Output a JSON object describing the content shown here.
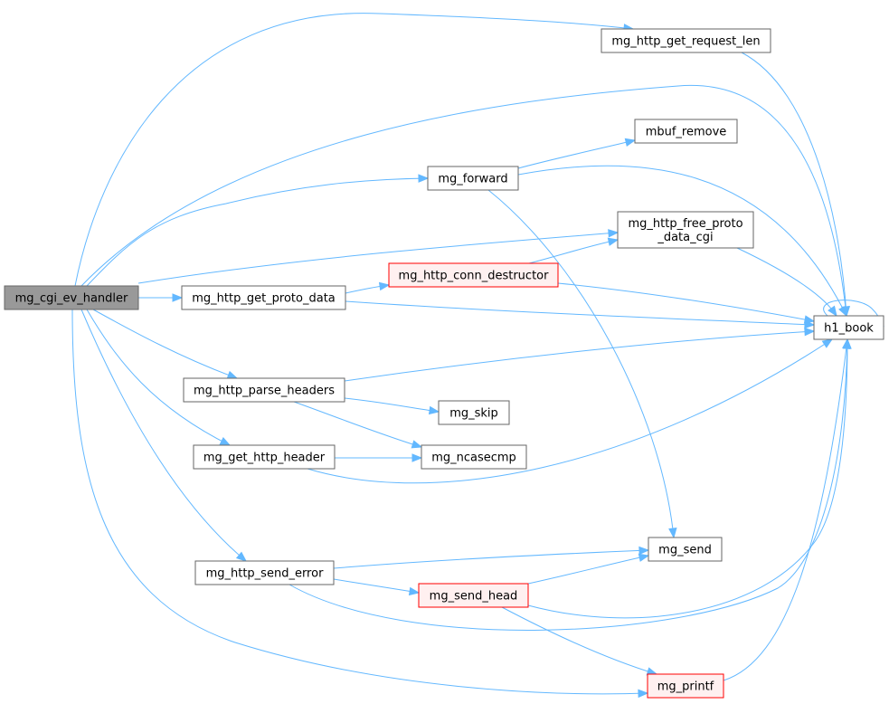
{
  "colors": {
    "edge": "#63b8ff",
    "node_fill": "#ffffff",
    "node_stroke": "#666666",
    "root_fill": "#999999",
    "root_stroke": "#666666",
    "warn_fill": "#fff0f0",
    "warn_stroke": "#ff0000"
  },
  "nodes": {
    "root": {
      "label": "mg_cgi_ev_handler",
      "style": "root"
    },
    "get_request_len": {
      "label": "mg_http_get_request_len",
      "style": "normal"
    },
    "mbuf_remove": {
      "label": "mbuf_remove",
      "style": "normal"
    },
    "forward": {
      "label": "mg_forward",
      "style": "normal"
    },
    "free_proto": {
      "label": [
        "mg_http_free_proto",
        "_data_cgi"
      ],
      "style": "normal"
    },
    "conn_destructor": {
      "label": "mg_http_conn_destructor",
      "style": "warn"
    },
    "get_proto_data": {
      "label": "mg_http_get_proto_data",
      "style": "normal"
    },
    "h1_book": {
      "label": "h1_book",
      "style": "normal"
    },
    "parse_headers": {
      "label": "mg_http_parse_headers",
      "style": "normal"
    },
    "skip": {
      "label": "mg_skip",
      "style": "normal"
    },
    "get_http_header": {
      "label": "mg_get_http_header",
      "style": "normal"
    },
    "ncasecmp": {
      "label": "mg_ncasecmp",
      "style": "normal"
    },
    "send": {
      "label": "mg_send",
      "style": "normal"
    },
    "send_error": {
      "label": "mg_http_send_error",
      "style": "normal"
    },
    "send_head": {
      "label": "mg_send_head",
      "style": "warn"
    },
    "printf": {
      "label": "mg_printf",
      "style": "warn"
    }
  },
  "edges": [
    [
      "root",
      "get_request_len"
    ],
    [
      "root",
      "h1_book"
    ],
    [
      "root",
      "forward"
    ],
    [
      "root",
      "free_proto"
    ],
    [
      "root",
      "get_proto_data"
    ],
    [
      "root",
      "parse_headers"
    ],
    [
      "root",
      "get_http_header"
    ],
    [
      "root",
      "send_error"
    ],
    [
      "root",
      "printf"
    ],
    [
      "get_request_len",
      "h1_book"
    ],
    [
      "forward",
      "mbuf_remove"
    ],
    [
      "forward",
      "h1_book"
    ],
    [
      "forward",
      "send"
    ],
    [
      "free_proto",
      "h1_book"
    ],
    [
      "conn_destructor",
      "free_proto"
    ],
    [
      "conn_destructor",
      "h1_book"
    ],
    [
      "get_proto_data",
      "conn_destructor"
    ],
    [
      "get_proto_data",
      "h1_book"
    ],
    [
      "h1_book",
      "h1_book"
    ],
    [
      "parse_headers",
      "h1_book"
    ],
    [
      "parse_headers",
      "skip"
    ],
    [
      "parse_headers",
      "ncasecmp"
    ],
    [
      "get_http_header",
      "ncasecmp"
    ],
    [
      "get_http_header",
      "h1_book"
    ],
    [
      "send_error",
      "send"
    ],
    [
      "send_error",
      "send_head"
    ],
    [
      "send_error",
      "h1_book"
    ],
    [
      "send_head",
      "send"
    ],
    [
      "send_head",
      "h1_book"
    ],
    [
      "send_head",
      "printf"
    ],
    [
      "printf",
      "h1_book"
    ]
  ]
}
